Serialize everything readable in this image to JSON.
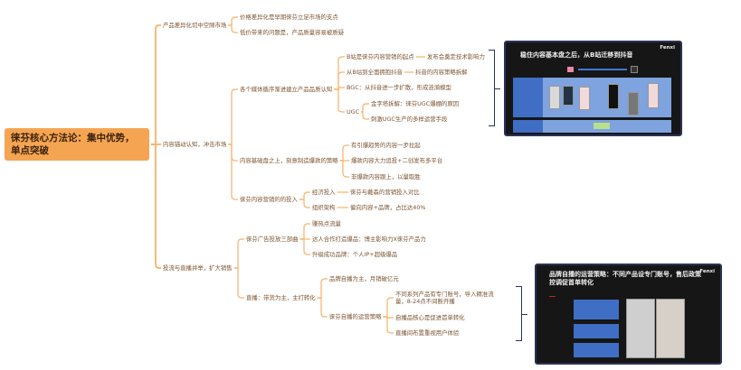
{
  "root": {
    "line1": "徕芬核心方法论：集中优势，",
    "line2": "单点突破"
  },
  "b1": {
    "label": "产品差异化切中空隙市场",
    "c": [
      "价格差异化是早期徕芬立足市场的支点",
      "低价带来的问题是，产品质量容易被质疑"
    ]
  },
  "b2": {
    "label": "内容锚动认知，冲击市场",
    "media": {
      "label": "各个媒体循序渐进建立产品品质认知",
      "bili": "B站是徕芬内容营销的起点",
      "bili_c": "发布会奠定技术影响力",
      "dy": "从B站到全面拥抱抖音",
      "dy_c": "抖音的内容策略拆解",
      "bgc": "BGC：从抖音进一步扩散，形成涟漪模型",
      "ugc": "UGC",
      "ugc_c": [
        "金字塔拆解：徕芬UGC爆棚的原因",
        "刺激UGC生产的多样运营手段"
      ]
    },
    "hit": {
      "label": "内容基础盘之上，刻意制造爆款的策略",
      "c": [
        "有引爆趋势的内容一步拉起",
        "爆款内容大力追投+二创发布多平台",
        "非爆款内容跟上，以量取胜"
      ]
    },
    "invest": {
      "label": "徕芬内容营销的的投入",
      "eco": "经济投入",
      "eco_c": "徕芬与戴森的营销投入对比",
      "org": "组织架构",
      "org_c": "偏向内容+品牌，占比达40%"
    }
  },
  "b3": {
    "label": "投流与直播并举，扩大销售",
    "ads": {
      "label": "徕芬广告投放三部曲",
      "c": [
        "赚热点流量",
        "达人合作打造爆品：博主影响力X徕芬产品力",
        "升级成功品牌：个人IP+超级爆品"
      ]
    },
    "live": {
      "label": "直播：带货为主，主打转化",
      "self": "品牌自播为主，月销破亿元",
      "ops": "徕芬自播的运营策略",
      "ops_c": [
        "不同系列产品有专门账号，导入精准流量，8-24点不间断开播",
        "自播品核心是促进首单转化",
        "直播间布置重视用户体验"
      ]
    }
  },
  "slide1": {
    "title": "稳住内容基本盘之后，从B站迁移到抖音",
    "logo": "Fenxi"
  },
  "slide2": {
    "title": "品牌自播的运营策略：不同产品设专门账号，售后政策控调促首单转化",
    "logo": "Fenxi"
  },
  "colors": {
    "line": "#f7b26a",
    "root": "#f5a552",
    "bracket": "#2b3258"
  }
}
